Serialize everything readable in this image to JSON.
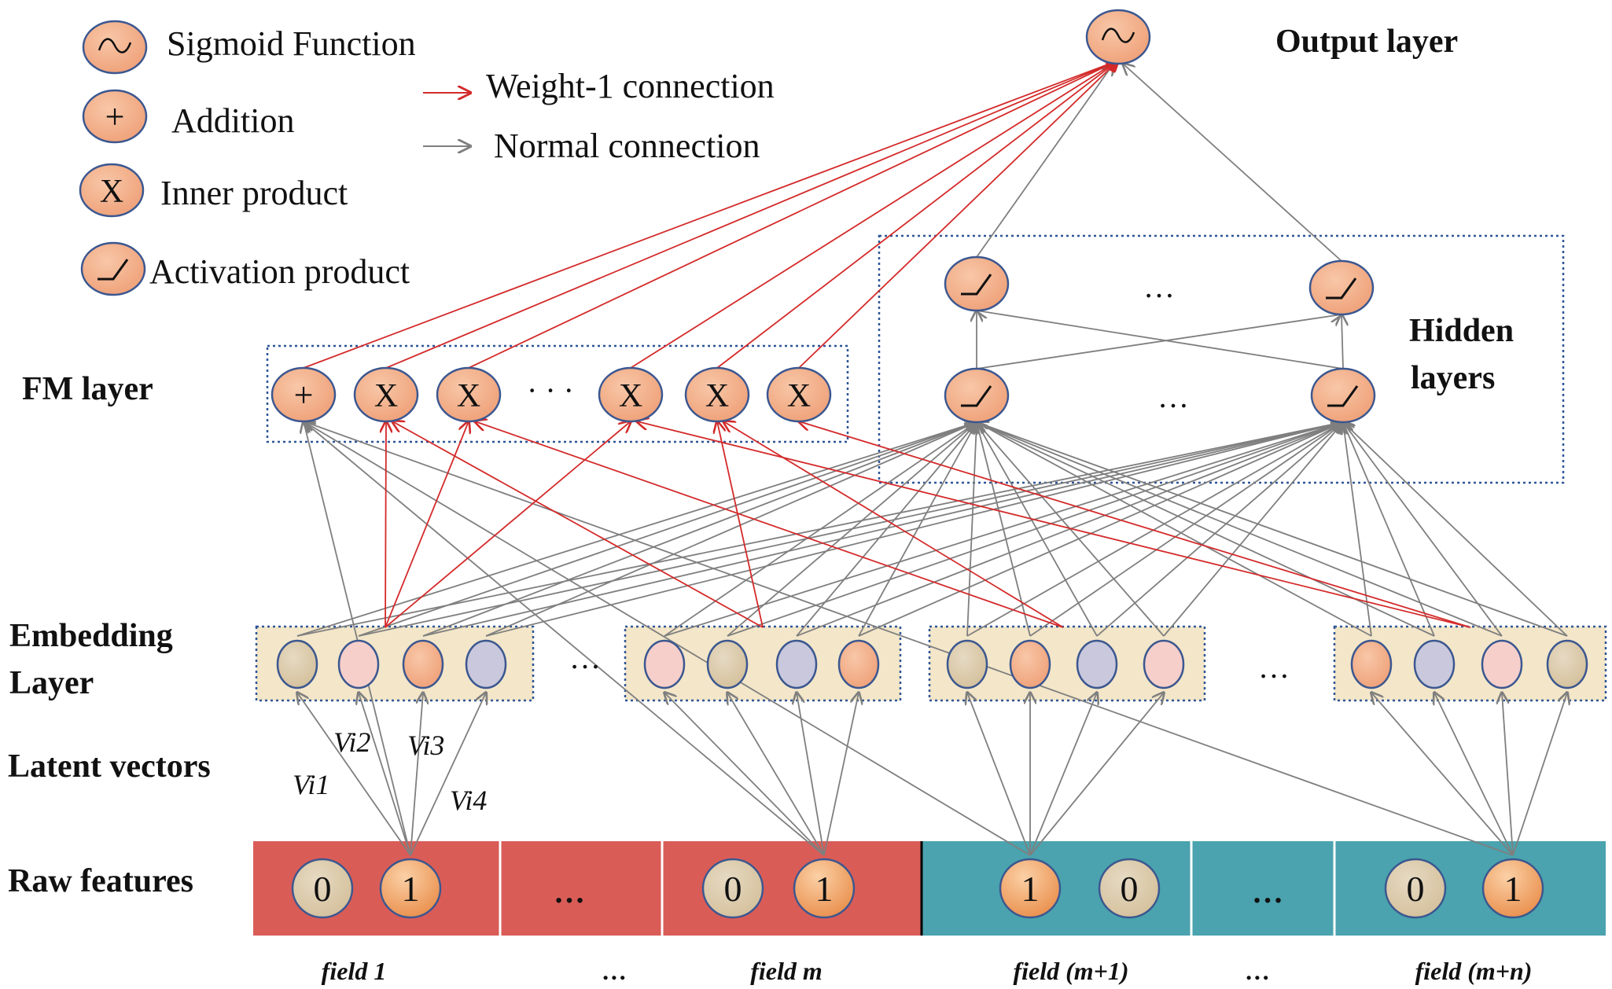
{
  "legend": {
    "sigmoid": "Sigmoid Function",
    "addition": "Addition",
    "inner": "Inner product",
    "activation": "Activation product",
    "weight1": "Weight-1 connection",
    "normal": "Normal connection"
  },
  "layers": {
    "output": "Output layer",
    "hidden_line1": "Hidden",
    "hidden_line2": "layers",
    "fm": "FM layer",
    "embedding_line1": "Embedding",
    "embedding_line2": "Layer",
    "latent": "Latent vectors",
    "raw": "Raw features"
  },
  "symbols": {
    "plus": "+",
    "times": "X",
    "ellipsis": "…",
    "dots": "· · ·"
  },
  "latent_labels": [
    "Vi1",
    "Vi2",
    "Vi3",
    "Vi4"
  ],
  "raw_values": [
    "0",
    "1",
    "0",
    "1",
    "1",
    "0",
    "0",
    "1"
  ],
  "fields": [
    "field 1",
    "…",
    "field m",
    "field (m+1)",
    "…",
    "field (m+n)"
  ],
  "colors": {
    "orange": "#EE9E75",
    "tan": "#D6C49F",
    "pink": "#F6CFCB",
    "lavender": "#C9C8DC",
    "red_block": "#DA5C57",
    "teal_block": "#4AA3AE",
    "embed_bg": "#F3E6C9",
    "red_line": "#D42A2A",
    "gray_line": "#7F7F7F",
    "node_stroke": "#3B5790"
  }
}
